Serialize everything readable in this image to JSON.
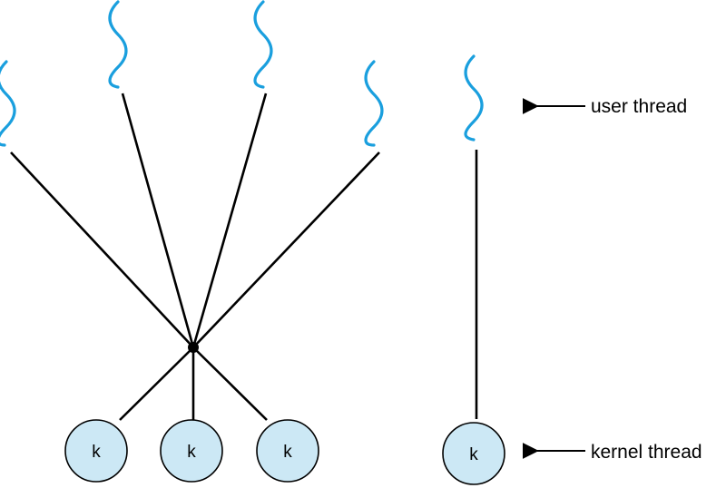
{
  "diagram": {
    "labels": {
      "user_thread": "user thread",
      "kernel_thread": "kernel thread",
      "kernel": [
        "k",
        "k",
        "k",
        "k"
      ]
    },
    "colors": {
      "user_thread": "#1a9fde",
      "kernel_fill": "#cce8f5",
      "line": "#000000"
    },
    "icons": {
      "user_thread": "wavy-line-icon",
      "kernel_thread": "circle-icon",
      "legend_pointer": "left-arrow-icon"
    }
  }
}
